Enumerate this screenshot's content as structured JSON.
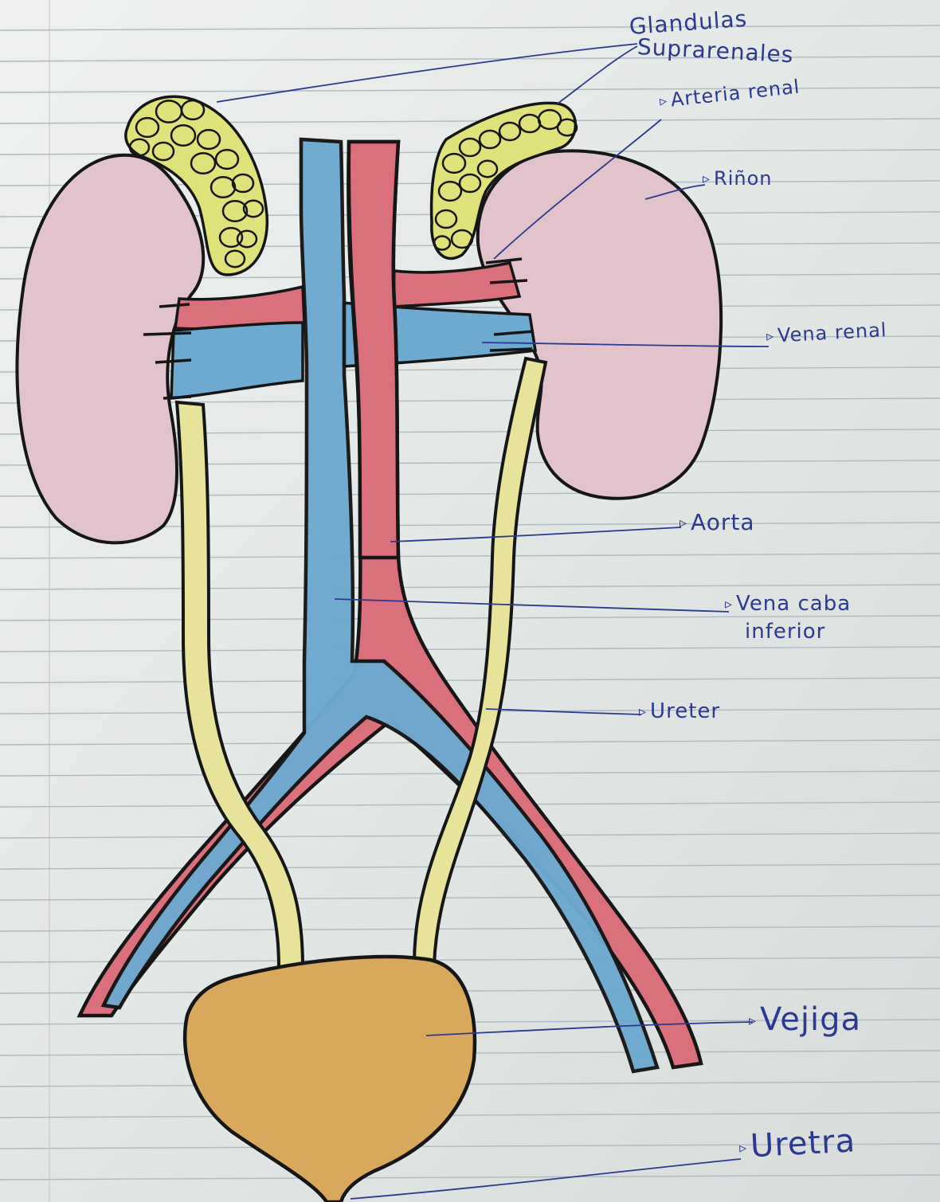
{
  "labels": {
    "glandulas_line1": "Glandulas",
    "glandulas_line2": "Suprarenales",
    "arteria_renal": "Arteria renal",
    "rinon": "Riñon",
    "vena_renal": "Vena renal",
    "aorta": "Aorta",
    "vena_cava_line1": "Vena caba",
    "vena_cava_line2": "inferior",
    "ureter": "Ureter",
    "vejiga": "Vejiga",
    "uretra": "Uretra"
  },
  "colors": {
    "paper": "#e6ebe9",
    "paper_line": "#aeb9c2",
    "ink_black": "#161616",
    "ink_blue": "#2b3a8f",
    "kidney": "#e2c3cc",
    "artery": "#d9707c",
    "vein": "#6ea9cf",
    "ureter": "#e8e39b",
    "adrenal": "#dfe27a",
    "bladder": "#d8a85c"
  },
  "icons": {
    "label_marker": "triangle-marker-icon"
  }
}
